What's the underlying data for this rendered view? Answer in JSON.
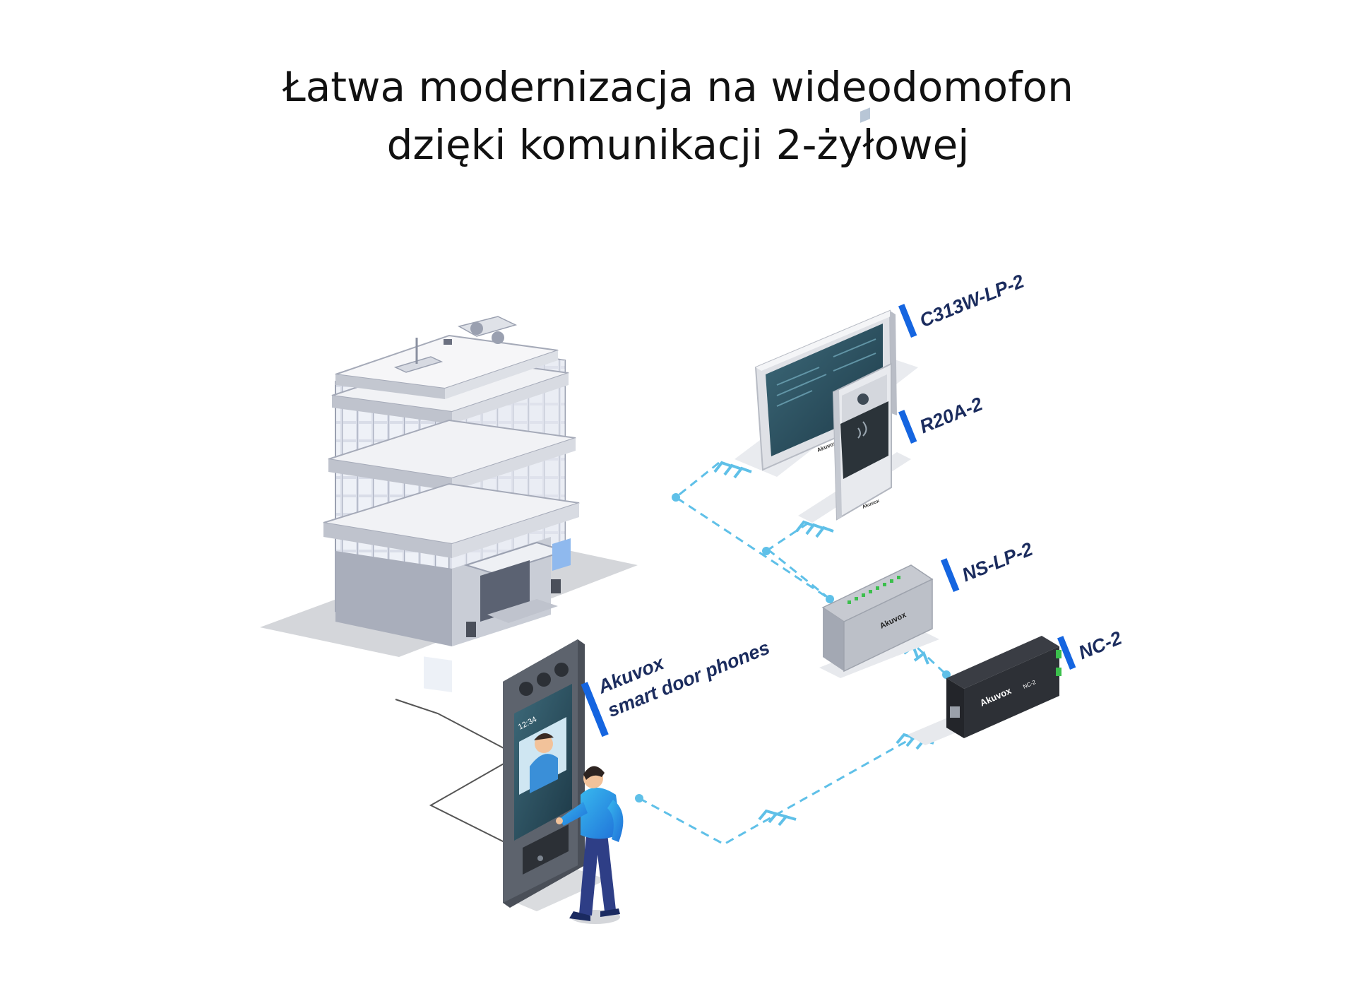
{
  "title": {
    "line1": "Łatwa modernizacja na wideodomofon",
    "line2": "dzięki komunikacji 2-żyłowej"
  },
  "labels": {
    "monitor": "C313W-LP-2",
    "door_station": "R20A-2",
    "network_switch": "NS-LP-2",
    "converter": "NC-2",
    "smart_phones_line1": "Akuvox",
    "smart_phones_line2": "smart door phones"
  },
  "device_text": {
    "brand": "Akuvox",
    "clock": "12:34",
    "nc_model": "NC-2"
  },
  "colors": {
    "accent_bar": "#1565e0",
    "label_text": "#1b2c5e",
    "connector_line": "#5fc0e8",
    "ground": "#d4d6da"
  },
  "icons": [
    "building",
    "indoor-monitor",
    "door-station",
    "network-switch",
    "network-converter",
    "smart-door-phone",
    "person",
    "chevron-arrow"
  ]
}
